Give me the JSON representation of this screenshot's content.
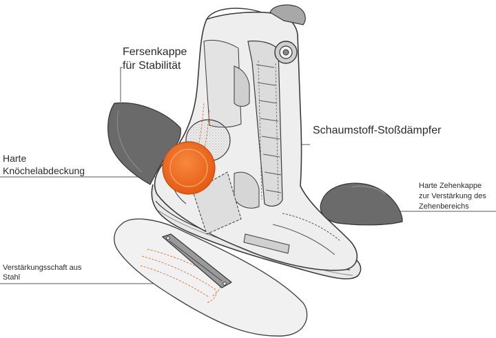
{
  "labels": {
    "heel_cap": {
      "line1": "Fersenkappe",
      "line2": "für Stabilität"
    },
    "foam_damper": "Schaumstoff-Stoßdämpfer",
    "ankle_cover": {
      "line1": "Harte",
      "line2": "Knöchelabdeckung"
    },
    "toe_cap": {
      "line1": "Harte Zehenkappe",
      "line2": "zur Verstärkung des",
      "line3": "Zehenbereichs"
    },
    "steel_shank": {
      "line1": "Verstärkungsschaft aus",
      "line2": "Stahl"
    }
  },
  "colors": {
    "accent": "#f26d21",
    "ink": "#3a3a3a",
    "guard": "#6b6b6b",
    "background": "#ffffff"
  }
}
